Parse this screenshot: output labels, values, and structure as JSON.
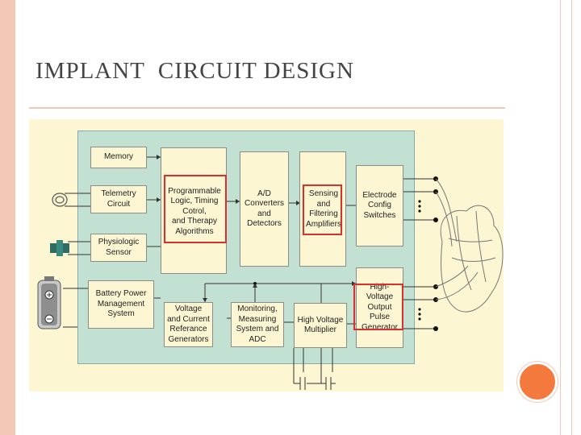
{
  "slide": {
    "title": "IMPLANT  CIRCUIT DESIGN",
    "accent_color": "#f37a3c",
    "frame_color": "#f4c8b4"
  },
  "diagram": {
    "blocks": {
      "memory": "Memory",
      "telemetry": "Telemetry\nCircuit",
      "physiologic": "Physiologic\nSensor",
      "battery_mgmt": "Battery Power\nManagement\nSystem",
      "programmable_logic": "Programmable\nLogic, Timing\nCotrol,\nand Therapy\nAlgorithms",
      "ad_converters": "A/D\nConverters\nand\nDetectors",
      "sensing": "Sensing\nand\nFiltering\nAmplifiers",
      "electrode": "Electrode\nConfig\nSwitches",
      "voltage_ref": "Voltage\nand Current\nReferance\nGenerators",
      "monitoring": "Monitoring,\nMeasuring\nSystem and\nADC",
      "hv_multiplier": "High Voltage\nMultiplier",
      "hv_pulse": "High-Voltage\nOutput Pulse\nGenerator"
    },
    "highlighted_blocks": [
      "programmable_logic",
      "sensing",
      "hv_pulse"
    ],
    "icons": [
      "telemetry-coil-icon",
      "sensor-chip-icon",
      "battery-icon",
      "heart-illustration"
    ],
    "colors": {
      "board": "#c3e1d3",
      "block": "#fcf6d3",
      "highlight": "#d9302e"
    }
  }
}
